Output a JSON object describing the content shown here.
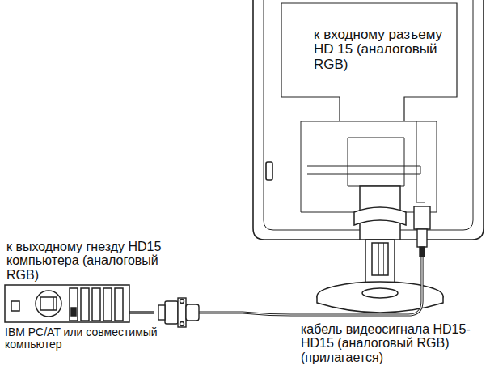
{
  "diagram": {
    "labels": [
      "к входному разъему HD 15 (аналоговый RGB)",
      "к выходному гнезду HD15 компьютера (аналоговый RGB)",
      "IBM PC/AT или совместимый компьютер",
      "кабель видеосигнала HD15-HD15 (аналоговый RGB) (прилагается)"
    ]
  }
}
